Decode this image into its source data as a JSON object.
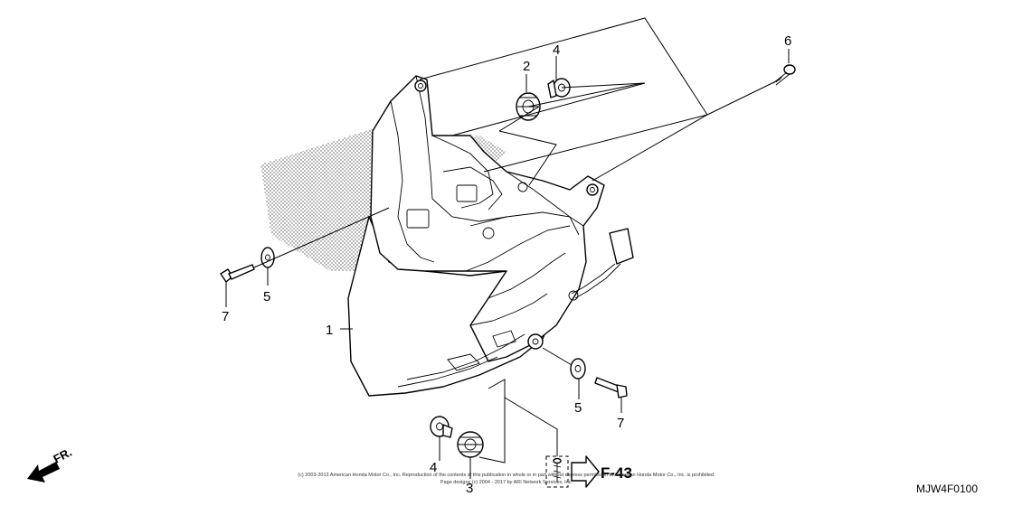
{
  "diagram": {
    "code": "MJW4F0100",
    "copyright_line1": "(c) 2003-2013 American Honda Motor Co., Inc. Reproduction of the contents of this publication in whole or in part without express permission of American Honda Motor Co., Inc. is prohibited.",
    "copyright_line2": "Page designs (c) 2004 - 2017 by ARI Network Services, Inc.",
    "reference": "F-43",
    "front_label": "FR.",
    "callouts": {
      "c1": "1",
      "c2": "2",
      "c3": "3",
      "c4a": "4",
      "c4b": "4",
      "c5a": "5",
      "c5b": "5",
      "c6": "6",
      "c7a": "7",
      "c7b": "7"
    }
  }
}
